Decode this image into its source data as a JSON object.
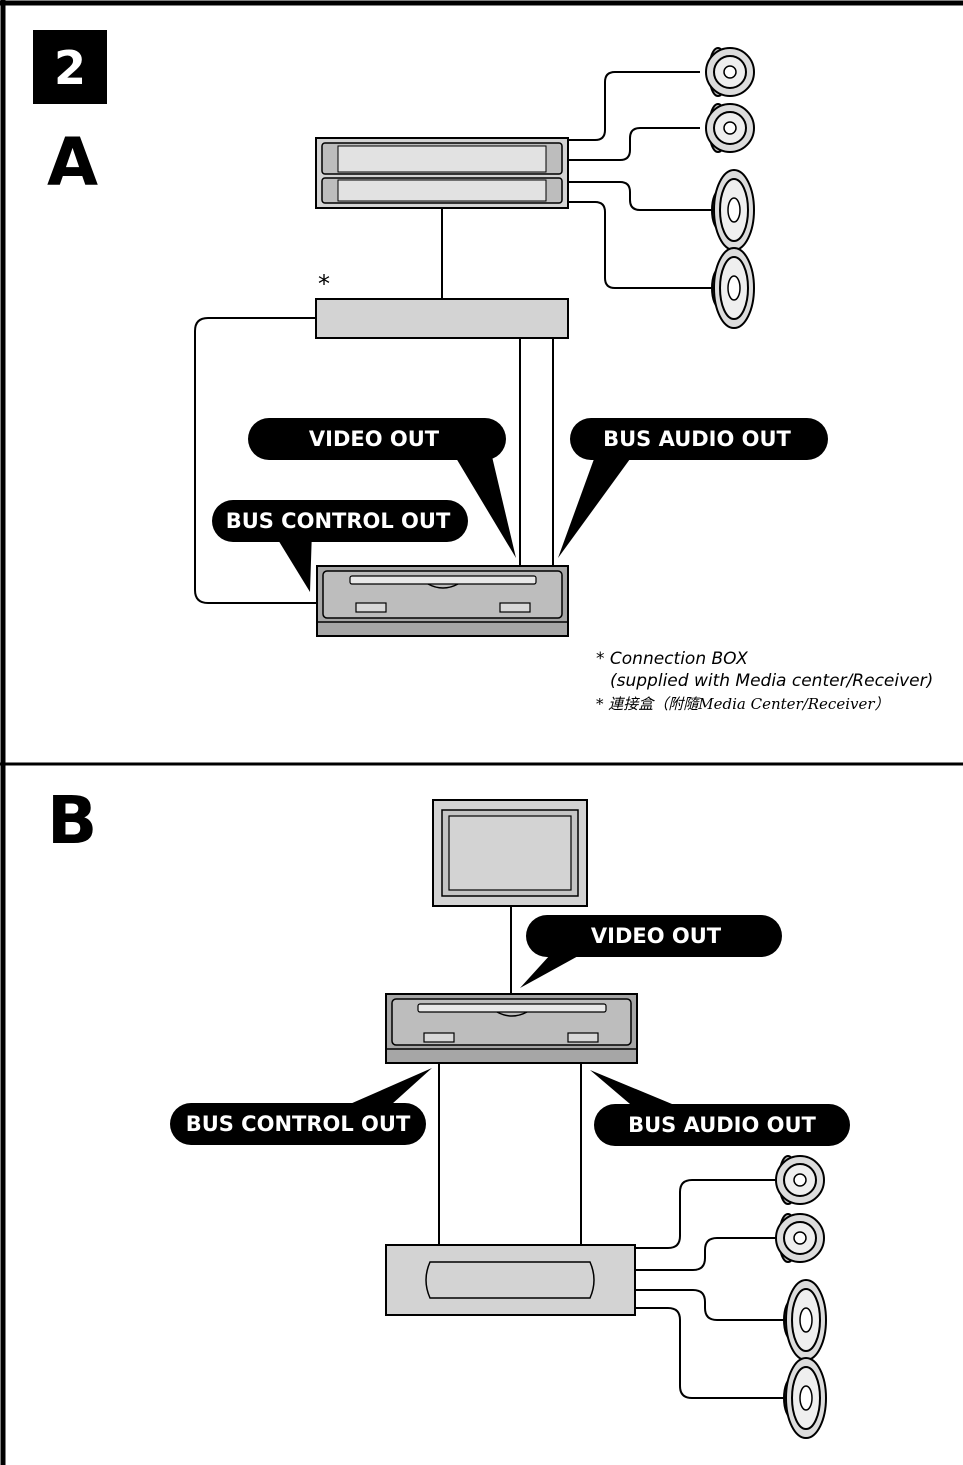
{
  "step_number": "2",
  "section_a": {
    "label": "A",
    "asterisk": "*",
    "callouts": {
      "video_out": "VIDEO OUT",
      "bus_audio_out": "BUS AUDIO OUT",
      "bus_control_out": "BUS CONTROL OUT"
    },
    "footnote": {
      "line1": "* Connection BOX",
      "line2": "(supplied with Media center/Receiver)",
      "line3": "* 連接盒（附隨Media Center/Receiver）"
    }
  },
  "section_b": {
    "label": "B",
    "callouts": {
      "video_out": "VIDEO OUT",
      "bus_control_out": "BUS CONTROL OUT",
      "bus_audio_out": "BUS AUDIO OUT"
    }
  },
  "colors": {
    "frame": "#000000",
    "device_dark": "#a6a6a6",
    "device_light": "#d3d3d3",
    "callout": "#000000"
  }
}
